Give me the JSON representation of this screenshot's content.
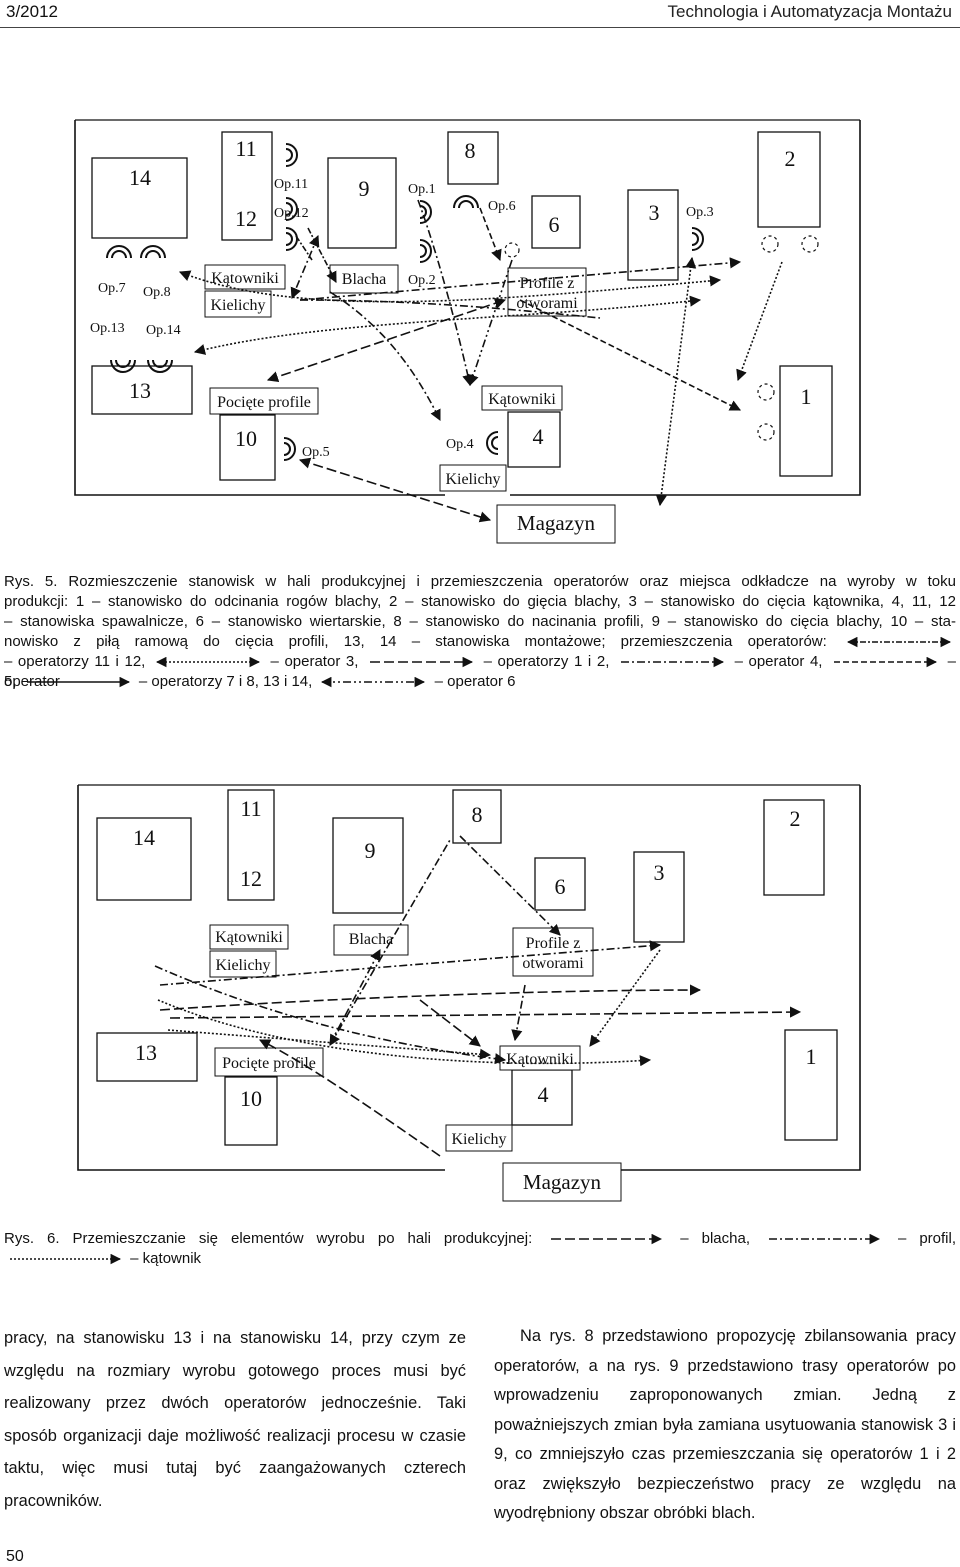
{
  "header": {
    "issue": "3/2012",
    "journal": "Technologia i Automatyzacja Montażu"
  },
  "figure5": {
    "stations": {
      "s14": "14",
      "s11": "11",
      "s12": "12",
      "s9": "9",
      "s8": "8",
      "s6": "6",
      "s3": "3",
      "s2": "2",
      "s13": "13",
      "s10": "10",
      "s4": "4",
      "s1": "1"
    },
    "storage": {
      "katowniki_top": "Kątowniki",
      "kielichy_top": "Kielichy",
      "blacha": "Blacha",
      "profile_line1": "Profile z",
      "profile_line2": "otworami",
      "pociete": "Pocięte profile",
      "katowniki_bottom": "Kątowniki",
      "kielichy_bottom": "Kielichy",
      "magazyn": "Magazyn"
    },
    "operators": {
      "op7": "Op.7",
      "op8": "Op.8",
      "op13": "Op.13",
      "op14": "Op.14",
      "op11": "Op.11",
      "op12": "Op.12",
      "op1": "Op.1",
      "op2": "Op.2",
      "op6": "Op.6",
      "op3": "Op.3",
      "op5": "Op.5",
      "op4": "Op.4"
    }
  },
  "caption5": {
    "lines": [
      "Rys. 5. Rozmieszczenie stanowisk w hali produkcyjnej i przemieszczenia operatorów oraz miejsca odkładcze na wyroby w toku",
      "produkcji: 1 – stanowisko do odcinania rogów blachy, 2 – stanowisko do gięcia blachy, 3 – stanowisko do cięcia kątownika, 4, 11, 12",
      "– stanowiska spawalnicze, 6 – stanowisko wiertarskie, 8 – stanowisko do nacinania profili, 9 – stanowisko do cięcia blachy, 10 – sta-",
      "nowisko z piłą ramową do cięcia profili, 13, 14 – stanowiska montażowe; przemieszczenia operatorów:"
    ],
    "legend": {
      "op11_12": "– operatorzy 11 i 12,",
      "op3": "– operator 3,",
      "op1_2": "– operatorzy 1 i 2,",
      "op4": "– operator 4,",
      "op5": "– operator 5,",
      "op7_8_13_14": "– operatorzy 7 i 8, 13 i 14,",
      "op6": "– operator 6"
    }
  },
  "figure6": {
    "stations": {
      "s14": "14",
      "s11": "11",
      "s12": "12",
      "s9": "9",
      "s8": "8",
      "s6": "6",
      "s3": "3",
      "s2": "2",
      "s13": "13",
      "s10": "10",
      "s4": "4",
      "s1": "1"
    },
    "storage": {
      "katowniki_top": "Kątowniki",
      "kielichy_top": "Kielichy",
      "blacha": "Blacha",
      "profile_line1": "Profile z",
      "profile_line2": "otworami",
      "pociete": "Pocięte profile",
      "katowniki_bottom": "Kątowniki",
      "kielichy_bottom": "Kielichy",
      "magazyn": "Magazyn"
    }
  },
  "caption6": {
    "lead": "Rys. 6. Przemieszczanie się elementów wyrobu po hali produkcyjnej:",
    "blacha": "– blacha,",
    "profil": "– profil,",
    "katownik": "– kątownik"
  },
  "body": {
    "left": "pracy, na stanowisku 13 i na stanowisku 14, przy czym ze względu na rozmiary wyrobu gotowego proces musi być realizowany przez dwóch operatorów jednocześnie. Taki sposób organizacji daje możliwość realizacji procesu w czasie taktu, więc musi tutaj być zaangażowanych czterech pracowników.",
    "right": "Na rys. 8 przedstawiono propozycję zbilansowania pracy operatorów, a na rys. 9 przedstawiono trasy operatorów po wprowadzeniu zaproponowanych zmian. Jedną z poważniejszych zmian była zamiana usytuowania stanowisk 3 i 9, co zmniejszyło czas przemieszczania się operatorów 1 i 2 oraz zwiększyło bezpieczeństwo pracy ze względu na wyodrębniony obszar obróbki blach."
  },
  "page_number": "50"
}
